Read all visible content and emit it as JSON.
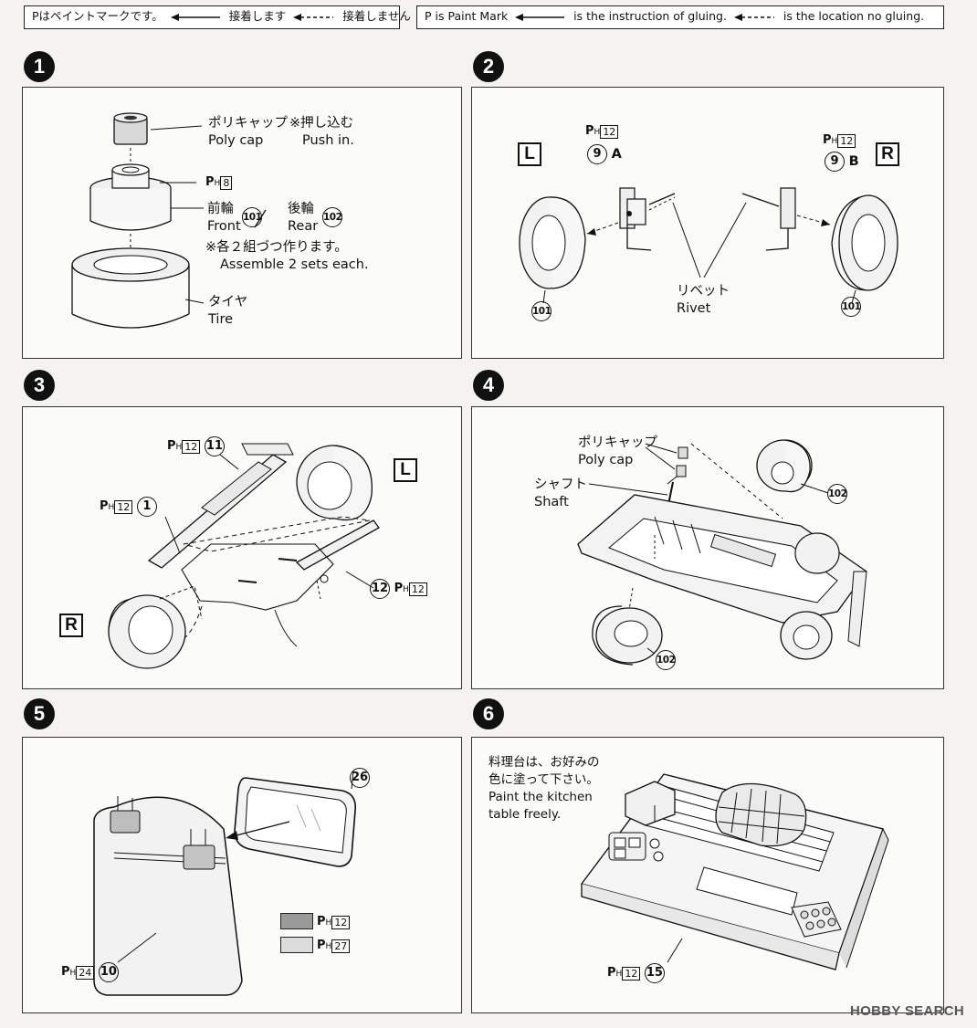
{
  "legend": {
    "jp": {
      "paint_mark": "Pはペイントマークです。",
      "gluing": "接着します",
      "no_gluing": "接着しません"
    },
    "en": {
      "paint_mark": "P is Paint Mark",
      "gluing": "is the instruction of gluing.",
      "no_gluing": "is the location no gluing."
    }
  },
  "steps": [
    {
      "number": "1",
      "labels": {
        "polycap_jp": "ポリキャップ",
        "polycap_en": "Poly cap",
        "push_jp": "※押し込む",
        "push_en": "Push in.",
        "paint": "8",
        "front_jp": "前輪",
        "front_en": "Front",
        "front_part": "101",
        "rear_jp": "後輪",
        "rear_en": "Rear",
        "rear_part": "102",
        "assemble_jp": "※各２組づつ作ります。",
        "assemble_en": "Assemble 2 sets each.",
        "tire_jp": "タイヤ",
        "tire_en": "Tire"
      }
    },
    {
      "number": "2",
      "labels": {
        "left": "L",
        "right": "R",
        "paint_a": "12",
        "part_a": "9",
        "suffix_a": "A",
        "paint_b": "12",
        "part_b": "9",
        "suffix_b": "B",
        "rivet_jp": "リベット",
        "rivet_en": "Rivet",
        "wheel_left": "101",
        "wheel_right": "101"
      }
    },
    {
      "number": "3",
      "labels": {
        "paint_11": "12",
        "part_11": "11",
        "paint_1": "12",
        "part_1": "1",
        "part_12": "12",
        "paint_12": "12",
        "left": "L",
        "right": "R"
      }
    },
    {
      "number": "4",
      "labels": {
        "polycap_jp": "ポリキャップ",
        "polycap_en": "Poly cap",
        "shaft_jp": "シャフト",
        "shaft_en": "Shaft",
        "wheel_top": "102",
        "wheel_bottom": "102"
      }
    },
    {
      "number": "5",
      "labels": {
        "part_26": "26",
        "paint_dark": "12",
        "paint_light": "27",
        "paint_10": "24",
        "part_10": "10"
      },
      "colors": {
        "swatch_dark": "#9a9a9a",
        "swatch_light": "#dcdcdc"
      }
    },
    {
      "number": "6",
      "labels": {
        "note_jp_1": "料理台は、お好みの",
        "note_jp_2": "色に塗って下さい。",
        "note_en_1": "Paint the kitchen",
        "note_en_2": "table freely.",
        "paint_15": "12",
        "part_15": "15"
      }
    }
  ],
  "watermark": "HOBBY SEARCH"
}
